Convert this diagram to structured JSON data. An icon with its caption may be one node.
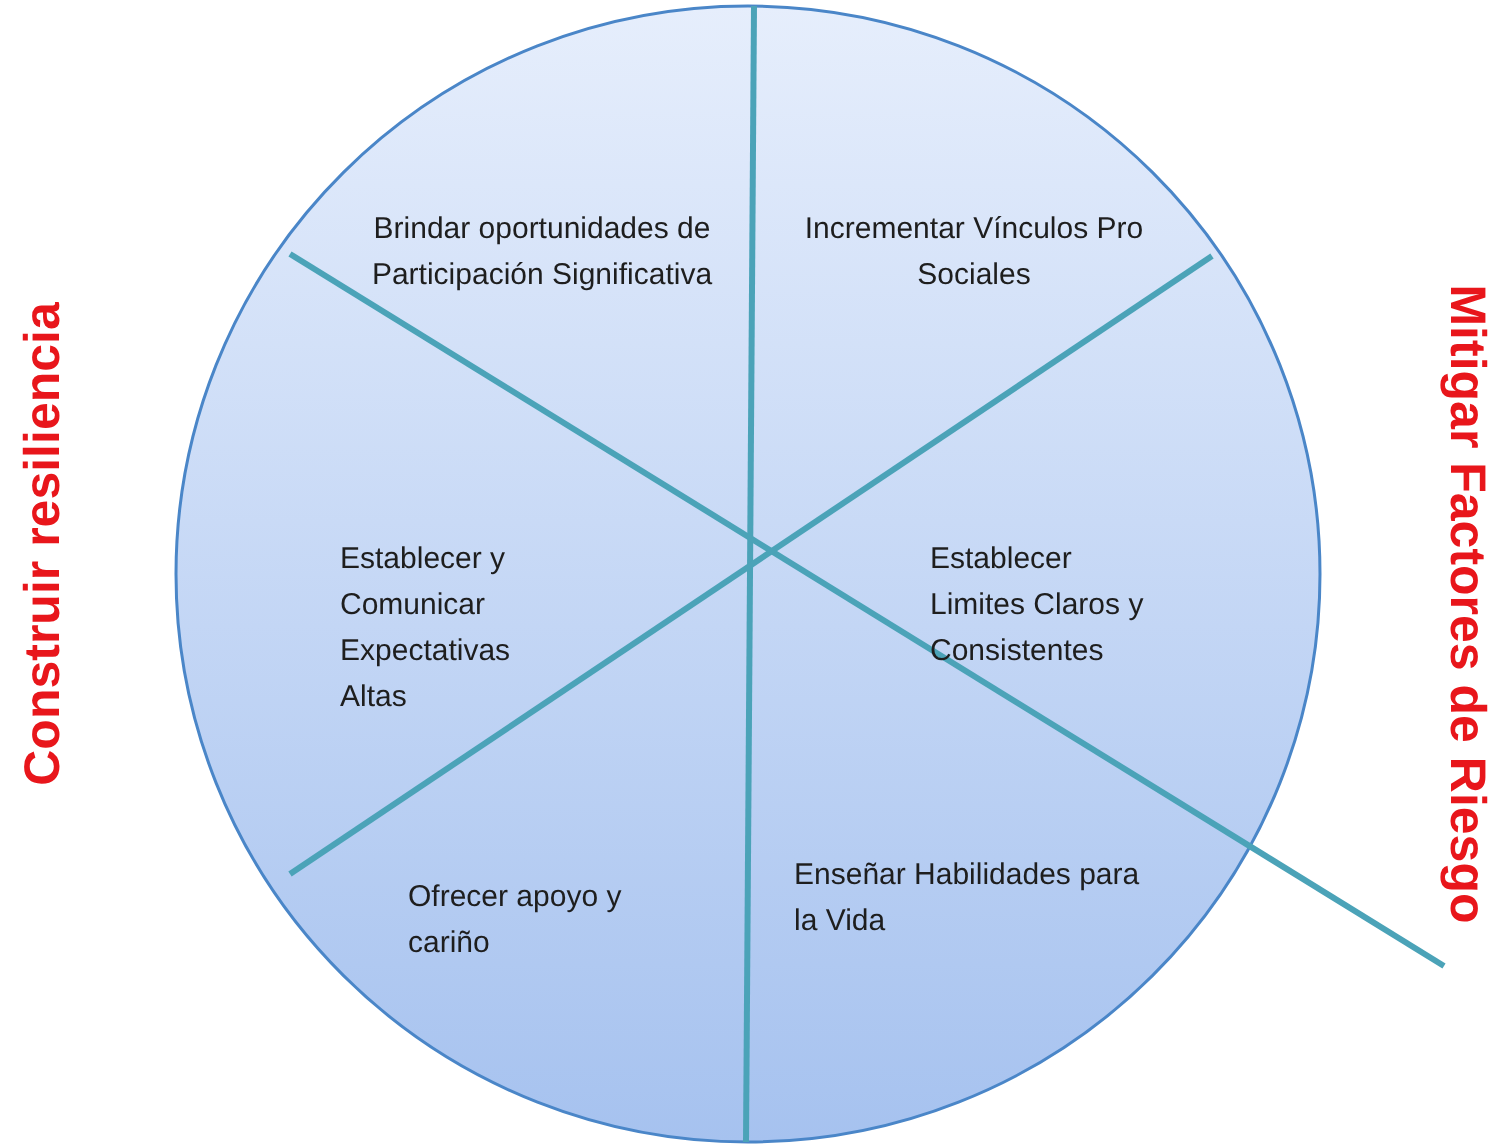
{
  "diagram": {
    "labels": [
      "Brindar oportunidades de Participación Significativa",
      "Incrementar Vínculos Pro Sociales",
      "Construir resiliencia",
      "Mitigar Factores de Riesgo",
      "Establecer y Comunicar Expectativas Altas",
      "Establecer Limites Claros y Consistentes",
      "Ofrecer apoyo y cariño",
      "Enseñar Habilidades para la Vida"
    ]
  }
}
